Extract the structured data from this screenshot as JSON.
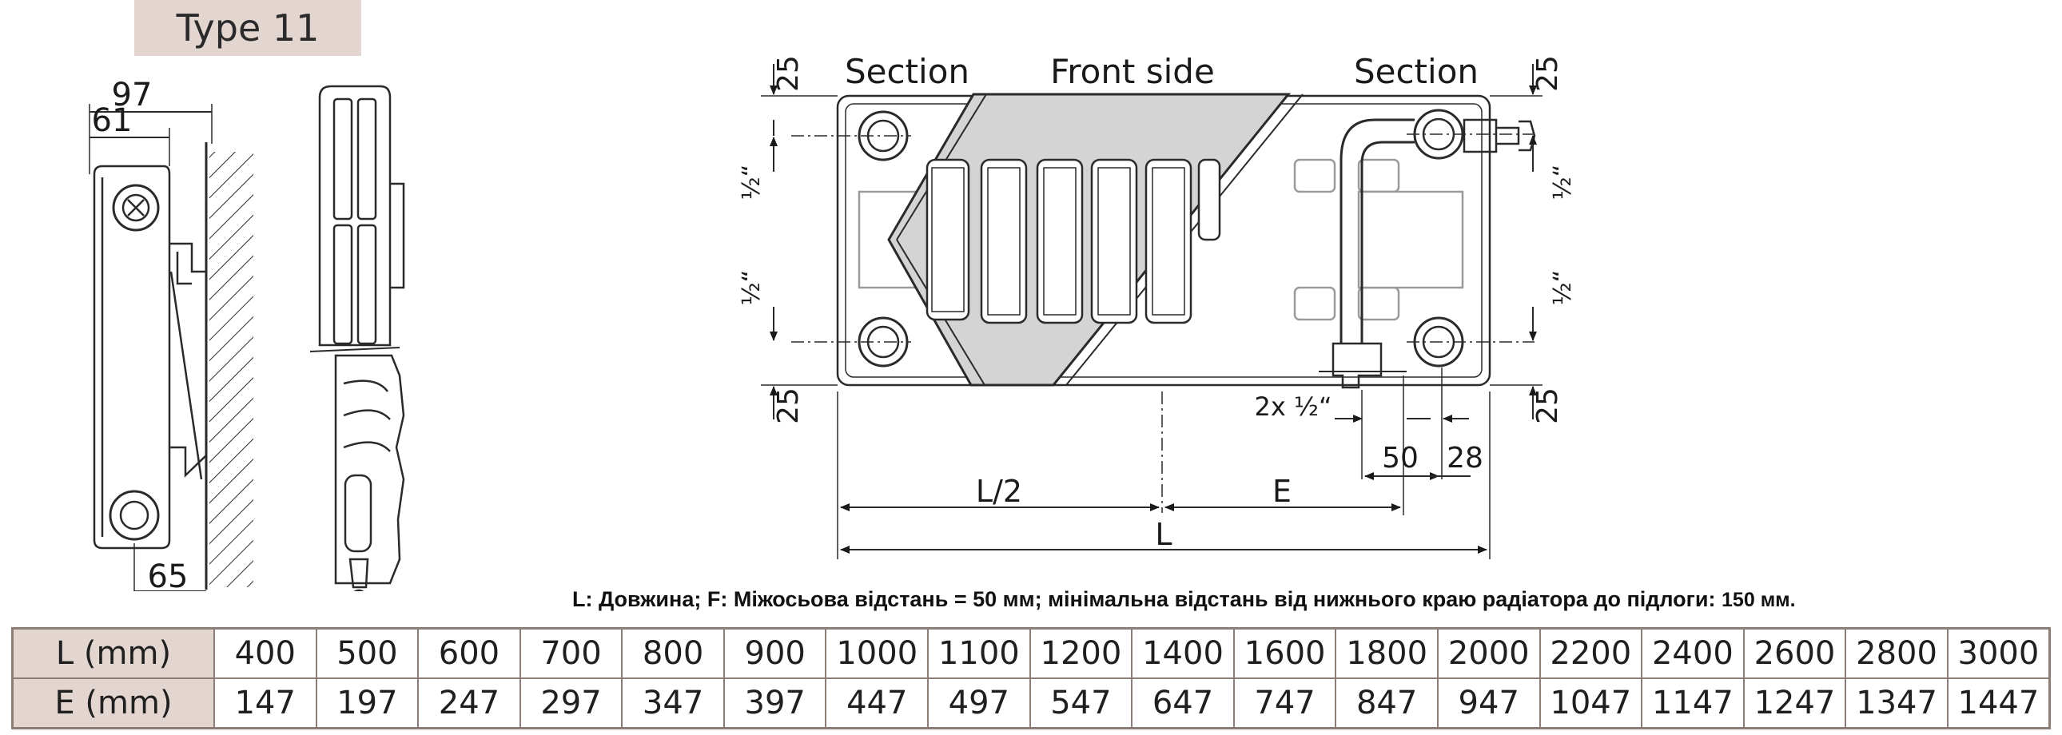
{
  "badge": {
    "label": "Type 11"
  },
  "side_view": {
    "depth_total": "97",
    "depth_body": "61",
    "bottom_offset": "65"
  },
  "front_view": {
    "label_section_left": "Section",
    "label_front_side": "Front side",
    "label_section_right": "Section",
    "dim_top_left": "25",
    "dim_top_right": "25",
    "dim_bottom_left": "25",
    "dim_bottom_right": "25",
    "thread_upper_left": "½“",
    "thread_lower_left": "½“",
    "thread_upper_right": "½“",
    "thread_lower_right": "½“",
    "thread_pair": "2x ½“",
    "dim_spacing": "50",
    "dim_edge": "28",
    "dim_half_length": "L/2",
    "dim_e": "E",
    "dim_length": "L"
  },
  "note": {
    "main": "L: Довжина; F: Міжосьова відстань = 50 мм; мінімальна відстань від нижнього краю радіатора до підлоги:",
    "tail": "150 мм."
  },
  "table": {
    "header_l": "L (mm)",
    "header_e": "E (mm)",
    "l_values": [
      "400",
      "500",
      "600",
      "700",
      "800",
      "900",
      "1000",
      "1100",
      "1200",
      "1400",
      "1600",
      "1800",
      "2000",
      "2200",
      "2400",
      "2600",
      "2800",
      "3000"
    ],
    "e_values": [
      "147",
      "197",
      "247",
      "297",
      "347",
      "397",
      "447",
      "497",
      "547",
      "647",
      "747",
      "847",
      "947",
      "1047",
      "1147",
      "1247",
      "1347",
      "1447"
    ]
  },
  "colors": {
    "badge_bg": "#e3d6d0",
    "line": "#2a2a2a",
    "panel_grey": "#d4d4d4",
    "table_border": "#8c7d76"
  }
}
